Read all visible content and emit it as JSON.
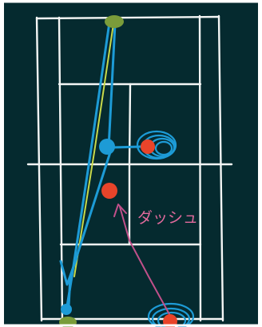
{
  "annotation": {
    "dash_label": "ダッシュ"
  },
  "colors": {
    "background": "#052a2f",
    "frame": "#ffffff",
    "court_lines": "#f4f6f5",
    "player_blue": "#1d9bd6",
    "player_red": "#e8442a",
    "ball_green": "#7a9c3a",
    "path_yellow": "#c8d94a",
    "annotation_pink": "#c0508a"
  },
  "icons": {
    "dash_arrow": "arrow-icon",
    "player": "circle-marker",
    "ball": "ellipse-marker"
  }
}
